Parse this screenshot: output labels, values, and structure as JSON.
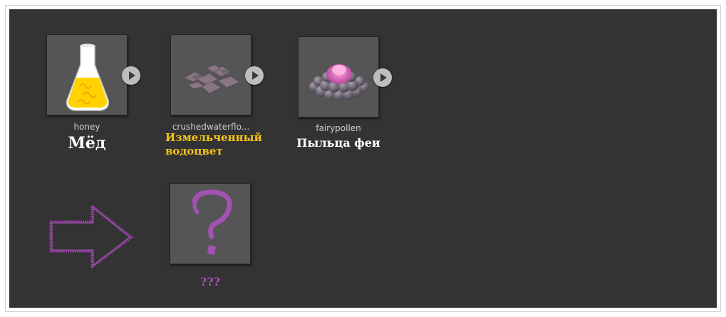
{
  "colors": {
    "background": "#333333",
    "tile": "#555555",
    "highlight": "#f5c518",
    "mystery": "#a352b3"
  },
  "items": [
    {
      "icon": "honey-flask-icon",
      "filename": "honey",
      "name_ru": "Мёд",
      "name_color": "#ffffff"
    },
    {
      "icon": "crushed-waterflower-icon",
      "filename": "crushedwaterflo...",
      "name_ru": "Измельченный водоцвет",
      "name_color": "#f5c518"
    },
    {
      "icon": "fairy-pollen-icon",
      "filename": "fairypollen",
      "name_ru": "Пыльца феи",
      "name_color": "#ffffff"
    }
  ],
  "result": {
    "arrow_icon": "arrow-right-icon",
    "icon": "question-mark-icon",
    "label": "???"
  }
}
